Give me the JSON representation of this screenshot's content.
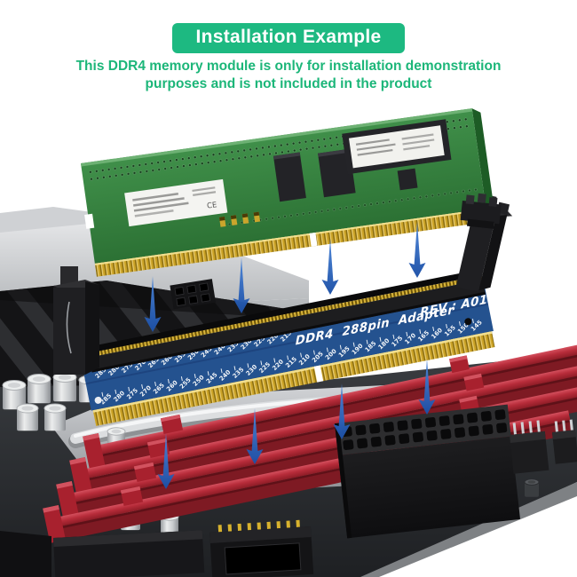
{
  "header": {
    "badge_label": "Installation Example",
    "description_line1": "This DDR4 memory module is only for installation demonstration",
    "description_line2": "purposes and is not included in the product"
  },
  "scene": {
    "adapter": {
      "title": "DDR4 288pin Adapter",
      "revision": "REV : A01",
      "pin_numbers": [
        "285",
        "280",
        "275",
        "270",
        "265",
        "260",
        "255",
        "250",
        "245",
        "240",
        "235",
        "230",
        "225",
        "220",
        "215",
        "210",
        "205",
        "200",
        "195",
        "190",
        "185",
        "180",
        "175",
        "170",
        "165",
        "160",
        "155",
        "150",
        "145"
      ]
    },
    "memory_module": {
      "ce_mark": "CE"
    }
  },
  "colors": {
    "badge_green": "#1db981",
    "description_green": "#1cb679",
    "pcb_green": "#35823c",
    "adapter_blue": "#2a5ca8",
    "gold": "#caa226",
    "arrow_blue": "#2e66c4",
    "slot_red": "#a8212e"
  }
}
